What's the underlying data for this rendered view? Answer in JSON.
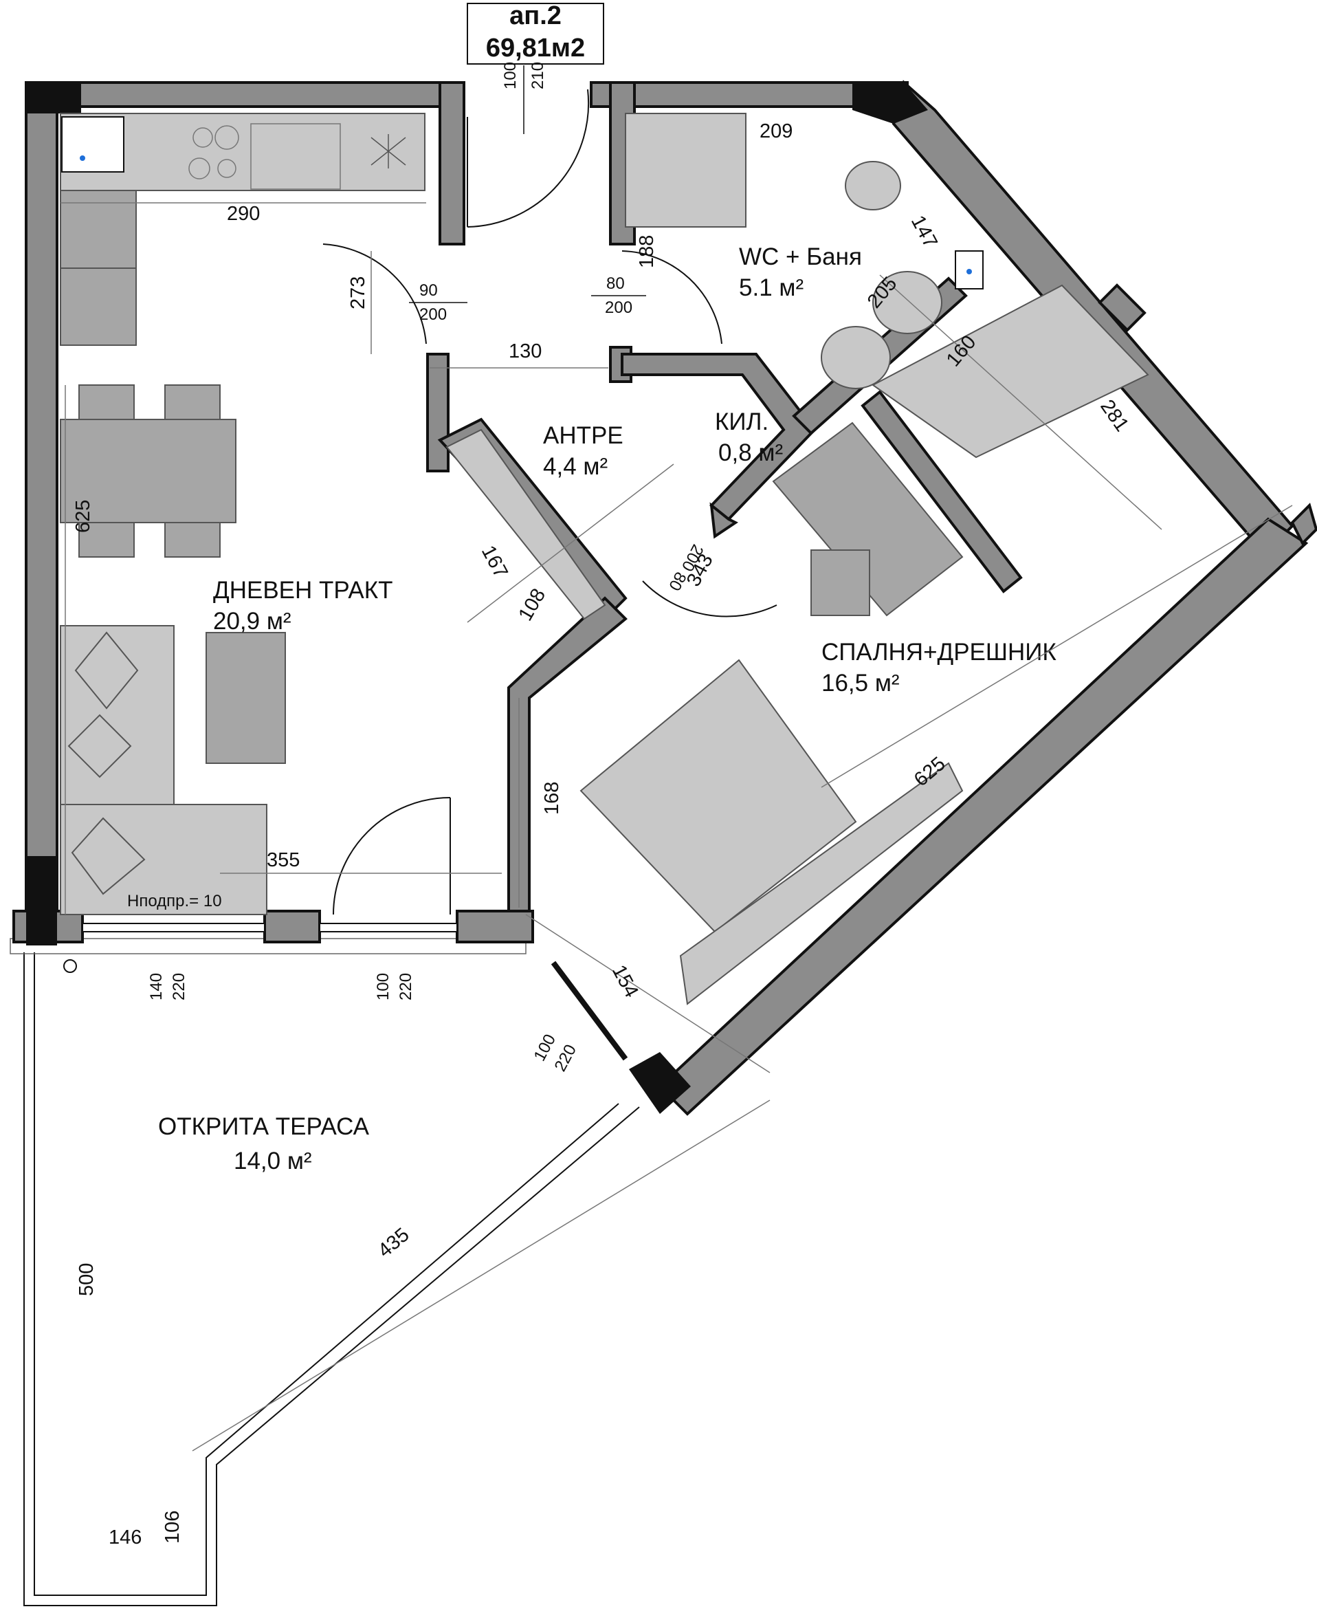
{
  "title": {
    "apartment": "ап.2",
    "area": "69,81м2"
  },
  "rooms": [
    {
      "name": "ДНЕВЕН ТРАКТ",
      "area": "20,9 м²"
    },
    {
      "name": "АНТРЕ",
      "area": "4,4 м²"
    },
    {
      "name": "WC + Баня",
      "area": "5.1 м²"
    },
    {
      "name": "КИЛ.",
      "area": "0,8 м²"
    },
    {
      "name": "СПАЛНЯ+ДРЕШНИК",
      "area": "16,5 м²"
    },
    {
      "name": "ОТКРИТА ТЕРАСА",
      "area": "14,0 м²"
    }
  ],
  "dimensions": {
    "entry_door_w": "100",
    "entry_door_h": "210",
    "kitchen_w": "290",
    "bath_top": "209",
    "wc_147": "147",
    "bath_205": "205",
    "bath_door_188": "188",
    "shower_160": "160",
    "bed_281": "281",
    "hall_273": "273",
    "door1_w": "90",
    "door1_h": "200",
    "door2_w": "80",
    "door2_h": "200",
    "hall_130": "130",
    "closet_167": "167",
    "closet_108": "108",
    "bed_door": "343",
    "bed_door_w": "80",
    "bed_door_h": "200",
    "living_625": "625",
    "bed_625": "625",
    "bed_168": "168",
    "living_355": "355",
    "sill": "Нподпр.= 10",
    "win1_w": "140",
    "win1_h": "220",
    "win2_w": "100",
    "win2_h": "220",
    "bed_154": "154",
    "win3_w": "100",
    "win3_h": "220",
    "terrace_435": "435",
    "terrace_500": "500",
    "terrace_146": "146",
    "terrace_106": "106"
  }
}
